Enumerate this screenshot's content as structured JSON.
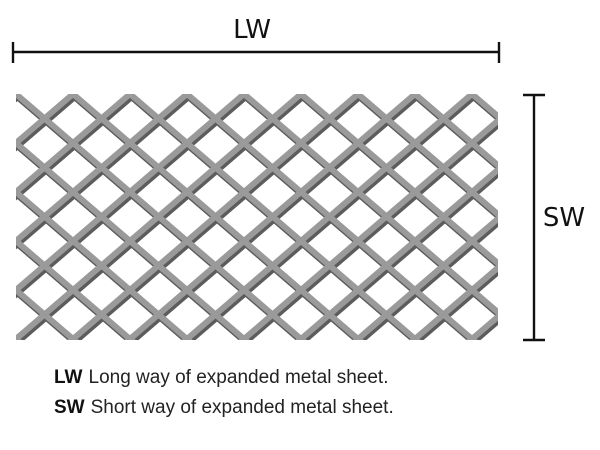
{
  "dimensions": {
    "long_way": {
      "label": "LW"
    },
    "short_way": {
      "label": "SW"
    }
  },
  "legend": [
    {
      "abbr": "LW",
      "description": "Long way of expanded metal sheet."
    },
    {
      "abbr": "SW",
      "description": "Short way of expanded metal sheet."
    }
  ],
  "colors": {
    "mesh_strand": "#9a9a9a",
    "mesh_shadow": "#5c5c5c",
    "dimension_line": "#111111",
    "background": "#ffffff"
  }
}
